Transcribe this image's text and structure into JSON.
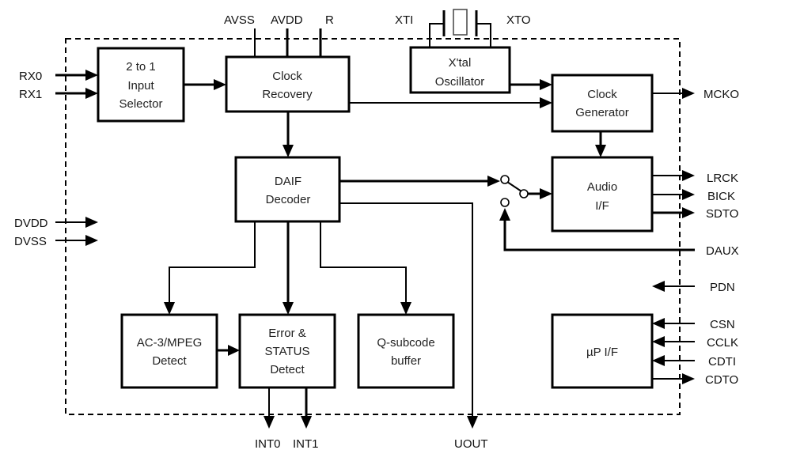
{
  "diagram": {
    "blocks": {
      "input_selector": [
        "2 to 1",
        "Input",
        "Selector"
      ],
      "clock_recovery": [
        "Clock",
        "Recovery"
      ],
      "xtal_oscillator": [
        "X'tal",
        "Oscillator"
      ],
      "clock_generator": [
        "Clock",
        "Generator"
      ],
      "daif_decoder": [
        "DAIF",
        "Decoder"
      ],
      "audio_if": [
        "Audio",
        "I/F"
      ],
      "ac3_mpeg_detect": [
        "AC-3/MPEG",
        "Detect"
      ],
      "error_status_detect": [
        "Error &",
        "STATUS",
        "Detect"
      ],
      "qsubcode_buffer": [
        "Q-subcode",
        "buffer"
      ],
      "up_if": [
        "µP I/F"
      ]
    },
    "pins": {
      "rx0": "RX0",
      "rx1": "RX1",
      "dvdd": "DVDD",
      "dvss": "DVSS",
      "avss": "AVSS",
      "avdd": "AVDD",
      "r": "R",
      "xti": "XTI",
      "xto": "XTO",
      "mcko": "MCKO",
      "lrck": "LRCK",
      "bick": "BICK",
      "sdto": "SDTO",
      "daux": "DAUX",
      "pdn": "PDN",
      "csn": "CSN",
      "cclk": "CCLK",
      "cdti": "CDTI",
      "cdto": "CDTO",
      "int0": "INT0",
      "int1": "INT1",
      "uout": "UOUT"
    }
  }
}
